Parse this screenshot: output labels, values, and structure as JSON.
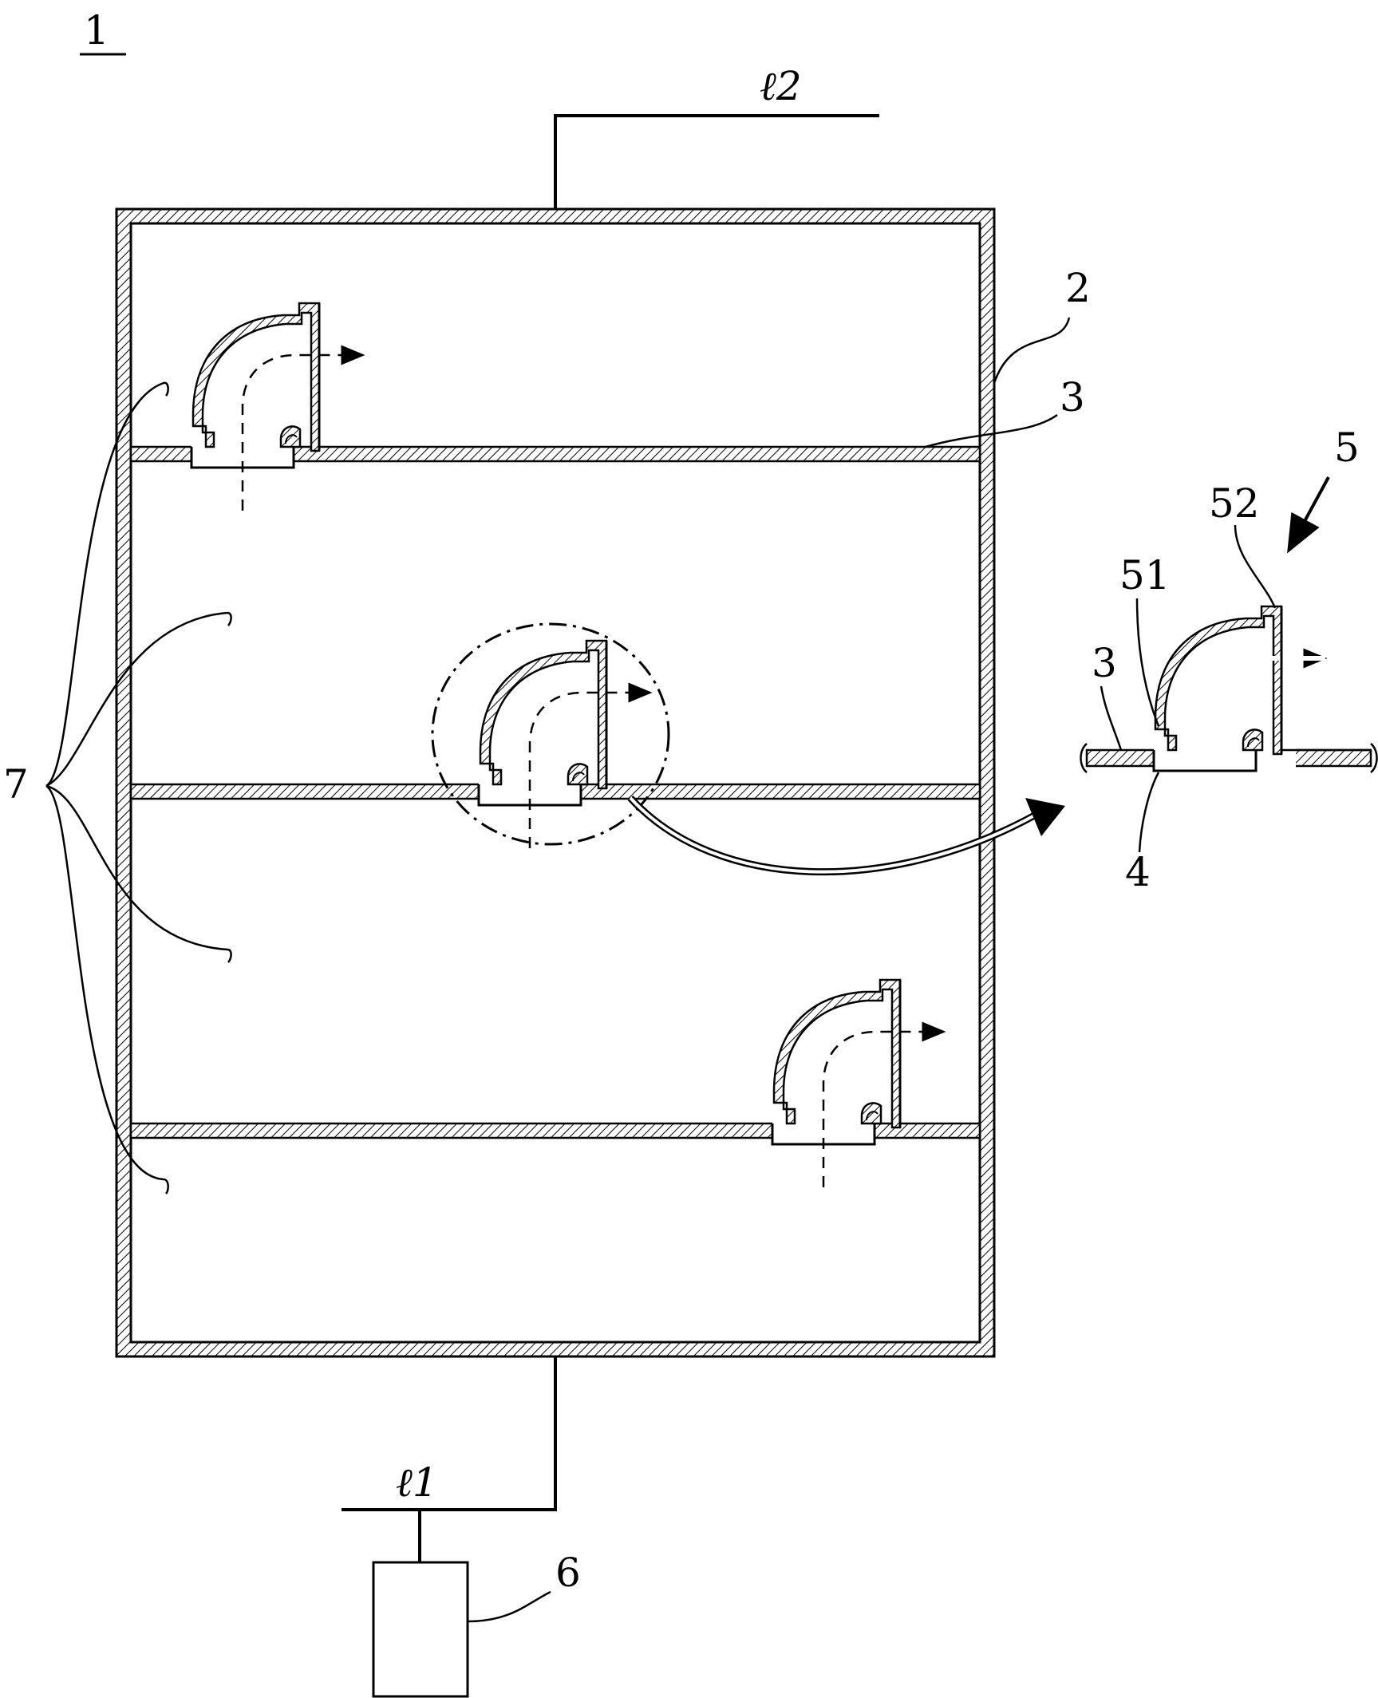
{
  "figure": {
    "labels": {
      "figure_number": "1",
      "line_top": "ℓ2",
      "line_bottom": "ℓ1",
      "vessel": "2",
      "partition": "3",
      "partition_detail": "3",
      "hole": "4",
      "pipe": "5",
      "pipe_part_a": "51",
      "pipe_part_b": "52",
      "pump": "6",
      "chambers": "7"
    }
  }
}
